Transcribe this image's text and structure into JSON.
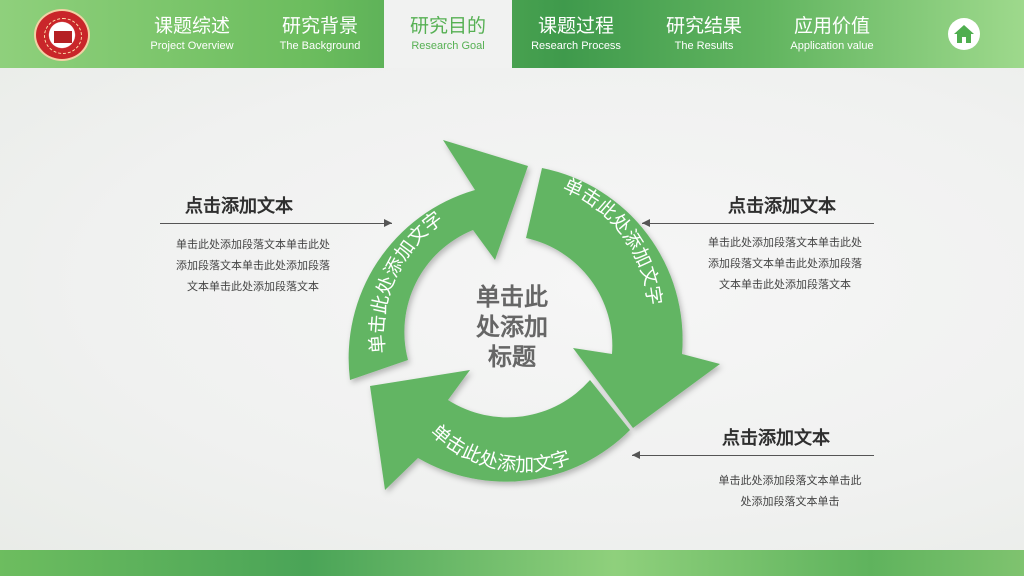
{
  "nav": {
    "items": [
      {
        "cn": "课题综述",
        "en": "Project Overview"
      },
      {
        "cn": "研究背景",
        "en": "The Background"
      },
      {
        "cn": "研究目的",
        "en": "Research Goal"
      },
      {
        "cn": "课题过程",
        "en": "Research Process"
      },
      {
        "cn": "研究结果",
        "en": "The Results"
      },
      {
        "cn": "应用价值",
        "en": "Application value"
      }
    ],
    "active_index": 2
  },
  "home_icon": "home-icon",
  "colors": {
    "accent": "#5eb55a",
    "arrow": "#62b564",
    "text": "#333333"
  },
  "center": {
    "line1": "单击此",
    "line2": "处添加",
    "line3": "标题"
  },
  "arrows": {
    "left": "单击此处添加文字",
    "right": "单击此处添加文字",
    "bottom": "单击此处添加文字"
  },
  "blocks": {
    "left": {
      "title": "点击添加文本",
      "l1": "单击此处添加段落文本单击此处",
      "l2": "添加段落文本单击此处添加段落",
      "l3": "文本单击此处添加段落文本"
    },
    "right_top": {
      "title": "点击添加文本",
      "l1": "单击此处添加段落文本单击此处",
      "l2": "添加段落文本单击此处添加段落",
      "l3": "文本单击此处添加段落文本"
    },
    "right_bottom": {
      "title": "点击添加文本",
      "l1": "单击此处添加段落文本单击此",
      "l2": "处添加段落文本单击"
    }
  }
}
